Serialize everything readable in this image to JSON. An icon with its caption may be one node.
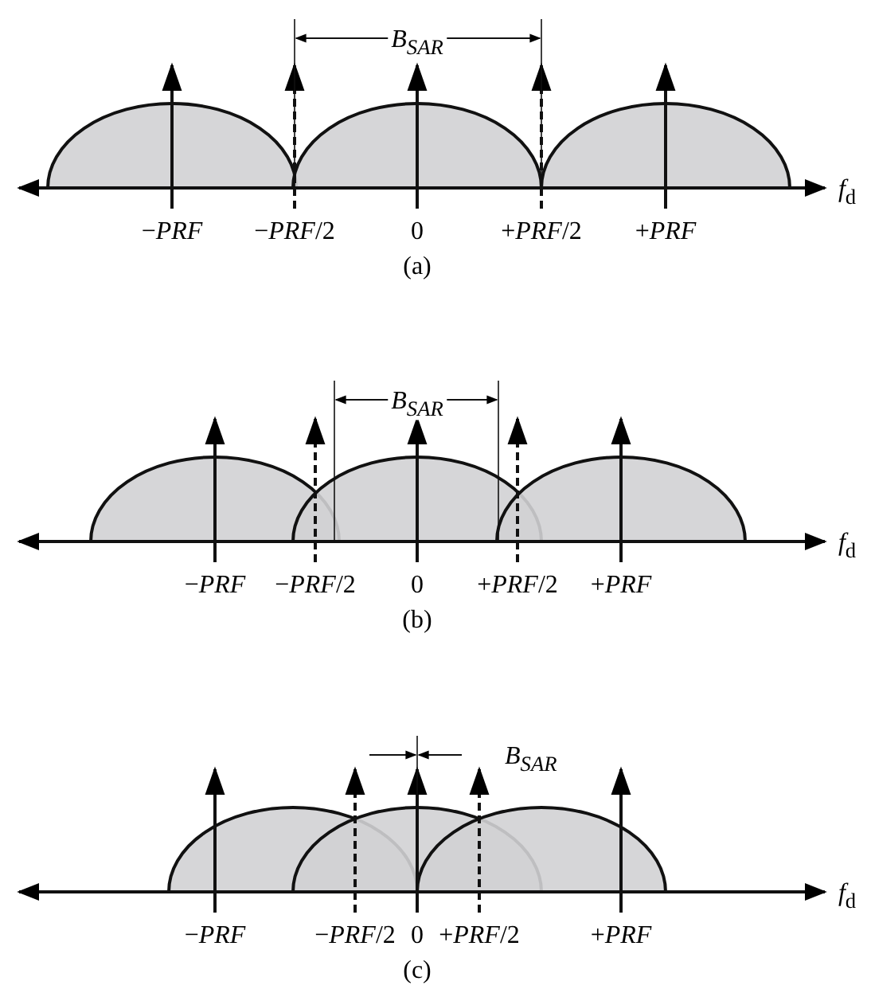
{
  "diagram": {
    "labels": [
      "B$_{SAR}$",
      "*f*$_{d}$",
      "−*PRF*",
      "−*PRF*/2",
      "0",
      "+*PRF*/2",
      "+*PRF*",
      "(a)",
      "B$_{SAR}$",
      "*f*$_{d}$",
      "−*PRF*",
      "−*PRF*/2",
      "0",
      "+*PRF*/2",
      "+*PRF*",
      "(b)",
      "B$_{SAR}$",
      "*f*$_{d}$",
      "−*PRF*",
      "−*PRF*/2",
      "0",
      "+*PRF*/2",
      "+*PRF*",
      "(c)"
    ]
  }
}
